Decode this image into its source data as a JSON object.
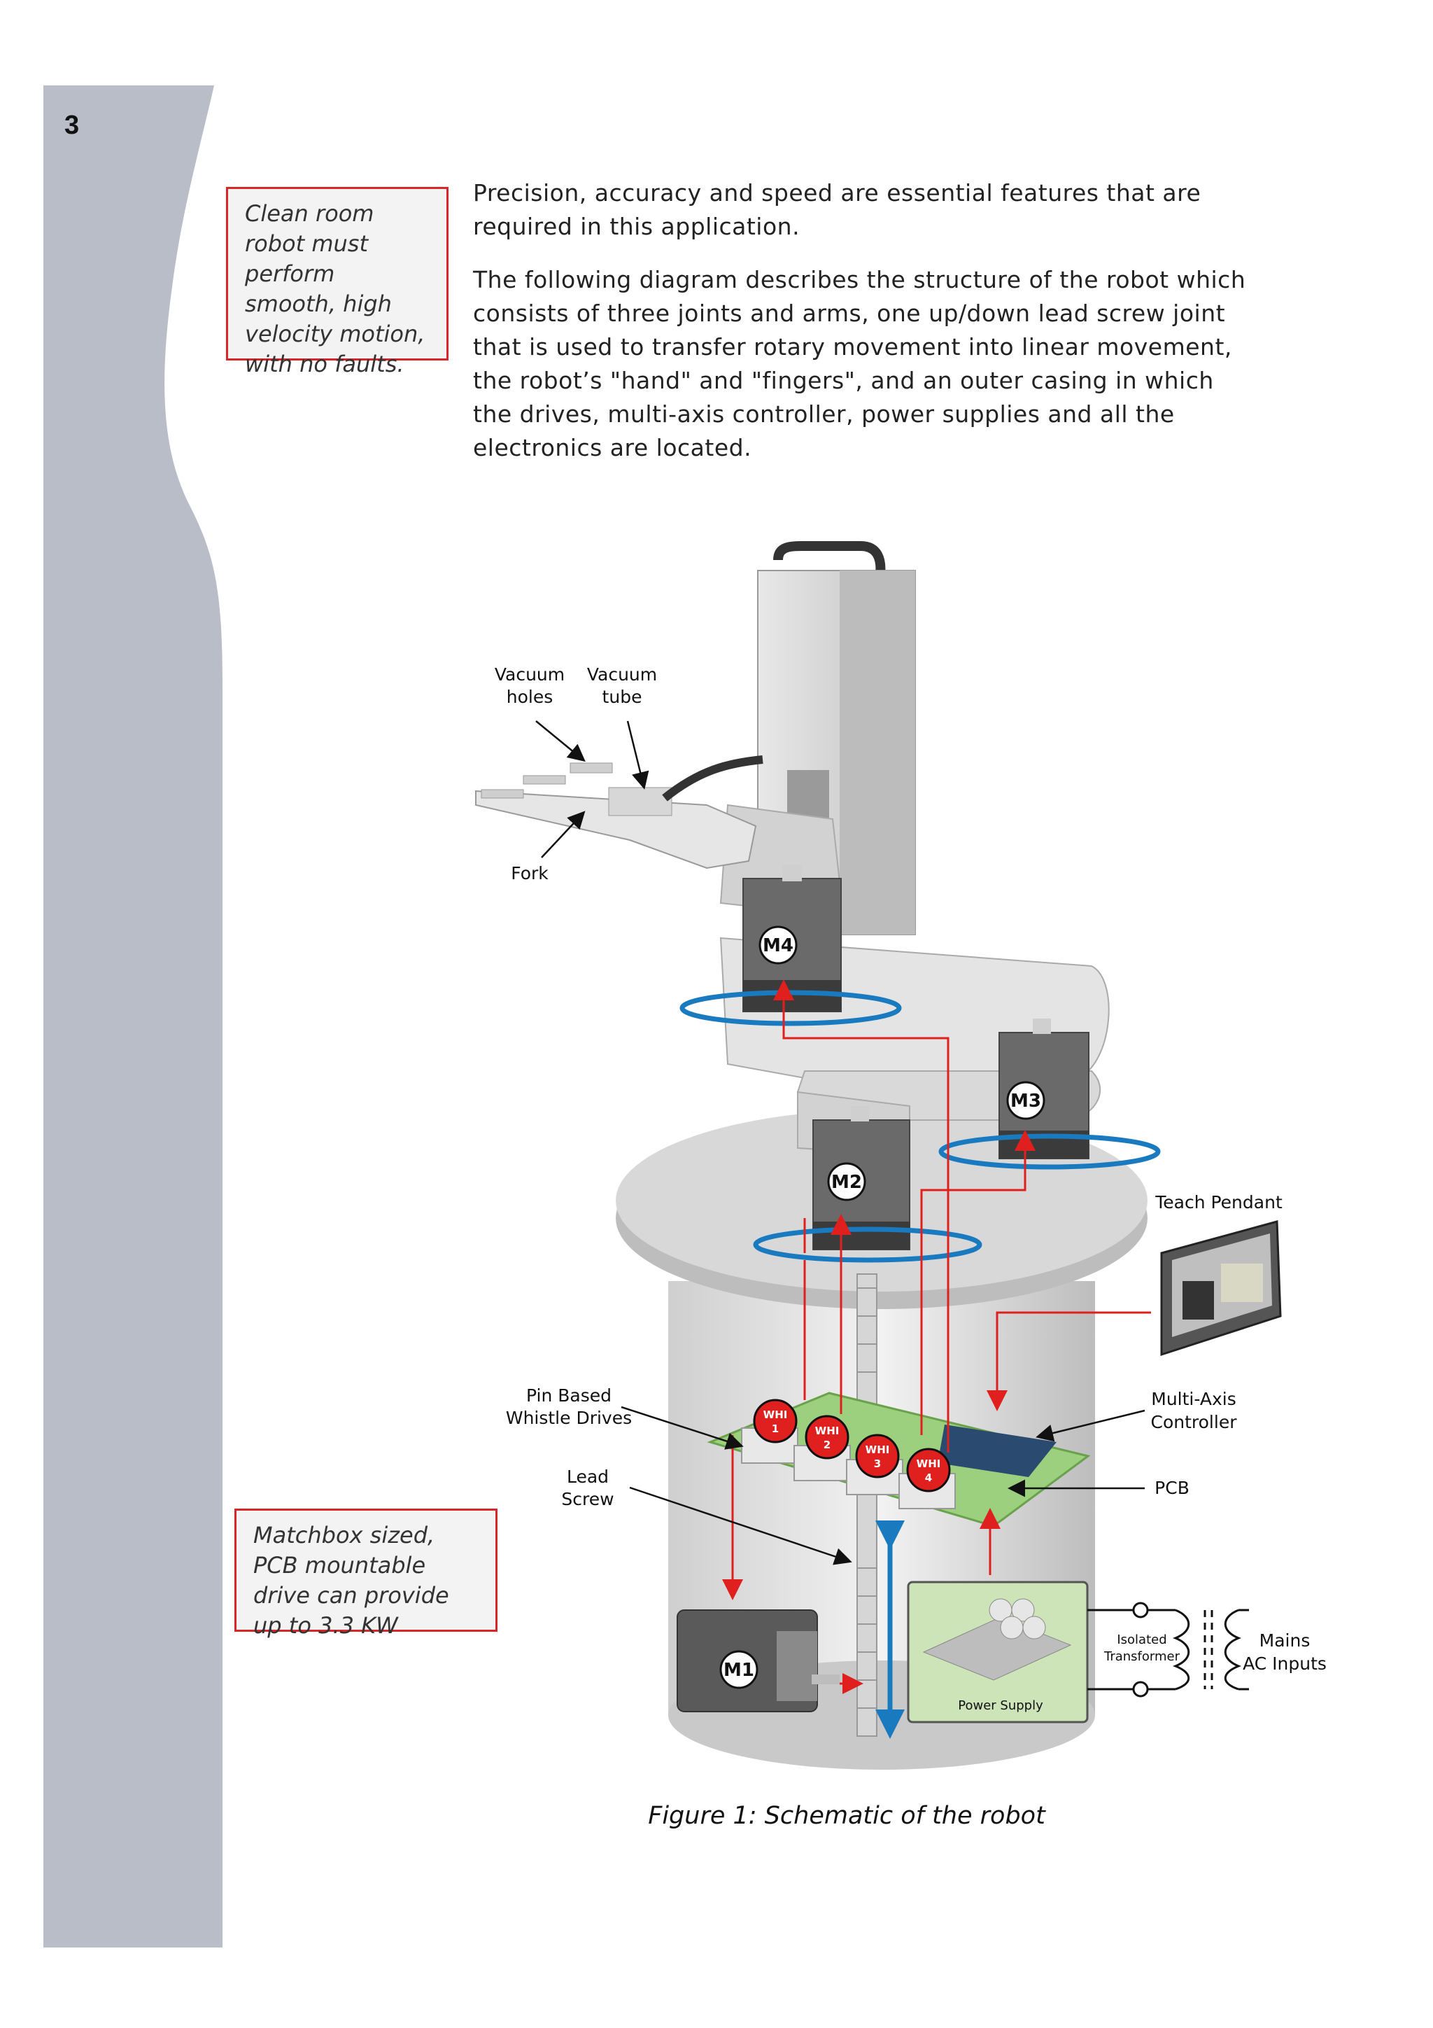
{
  "page": {
    "number": "3"
  },
  "callouts": {
    "top": "Clean room robot must perform smooth, high velocity motion, with no faults.",
    "bottom": "Matchbox sized, PCB mountable drive can provide up to 3.3 KW"
  },
  "body": {
    "paragraph_1": "Precision, accuracy and speed are essential features that are required in this application.",
    "paragraph_2": "The following diagram describes the structure of the robot which consists of three joints and arms, one up/down lead screw joint that is used to transfer rotary movement into linear movement, the robot’s \"hand\" and \"fingers\", and an outer casing in which the drives, multi-axis controller, power supplies and all the electronics are located."
  },
  "figure": {
    "caption": "Figure 1: Schematic of the robot",
    "labels": {
      "vacuum_holes_1": "Vacuum",
      "vacuum_holes_2": "holes",
      "vacuum_tube_1": "Vacuum",
      "vacuum_tube_2": "tube",
      "fork": "Fork",
      "teach_pendant": "Teach Pendant",
      "pin_drives_1": "Pin Based",
      "pin_drives_2": "Whistle Drives",
      "lead_screw_1": "Lead",
      "lead_screw_2": "Screw",
      "controller_1": "Multi-Axis",
      "controller_2": "Controller",
      "pcb": "PCB",
      "transformer_1": "Isolated",
      "transformer_2": "Transformer",
      "mains_1": "Mains",
      "mains_2": "AC Inputs",
      "power_supply": "Power Supply"
    },
    "motors": {
      "m1": "M1",
      "m2": "M2",
      "m3": "M3",
      "m4": "M4"
    },
    "drives": {
      "label": "WHI",
      "d1": "1",
      "d2": "2",
      "d3": "3",
      "d4": "4"
    }
  },
  "colors": {
    "sidebar": "#b8bdc8",
    "callout_border": "#d9262a",
    "arrow_red": "#e0201e",
    "motion_blue": "#1a7abf",
    "pcb_green": "#9ccf7e",
    "power_supply_fill": "#cde3b8"
  }
}
